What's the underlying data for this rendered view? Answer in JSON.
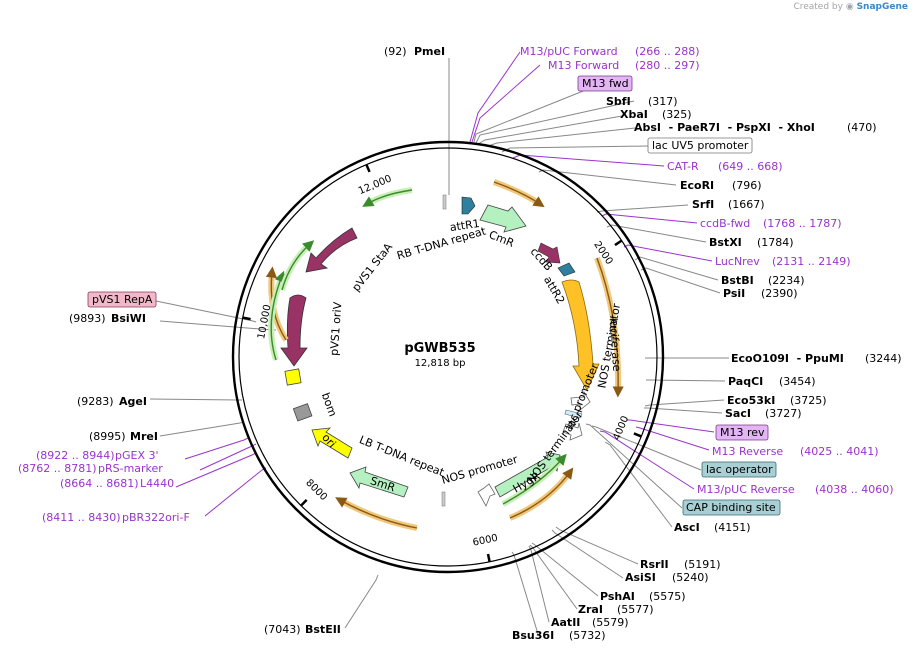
{
  "credit": {
    "prefix": "Created by",
    "brand": "SnapGene"
  },
  "map": {
    "name": "pGWB535",
    "length_label": "12,818 bp",
    "total_bp": 12818,
    "ticks": [
      {
        "bp": 2000,
        "label": "2000"
      },
      {
        "bp": 4000,
        "label": "4000"
      },
      {
        "bp": 6000,
        "label": "6000"
      },
      {
        "bp": 8000,
        "label": "8000"
      },
      {
        "bp": 10000,
        "label": "10,000"
      },
      {
        "bp": 12000,
        "label": "12,000"
      }
    ]
  },
  "sites_right": [
    {
      "name": "SbfI",
      "pos": "(317)"
    },
    {
      "name": "XbaI",
      "pos": "(325)"
    },
    {
      "name": "AbsI  - PaeR7I  - PspXI  - XhoI",
      "pos": "(470)"
    },
    {
      "name": "EcoRI",
      "pos": "(796)"
    },
    {
      "name": "SrfI",
      "pos": "(1667)"
    },
    {
      "name": "BstXI",
      "pos": "(1784)"
    },
    {
      "name": "BstBI",
      "pos": "(2234)"
    },
    {
      "name": "PsiI",
      "pos": "(2390)"
    },
    {
      "name": "EcoO109I  - PpuMI",
      "pos": "(3244)"
    },
    {
      "name": "PaqCI",
      "pos": "(3454)"
    },
    {
      "name": "Eco53kI",
      "pos": "(3725)"
    },
    {
      "name": "SacI",
      "pos": "(3727)"
    },
    {
      "name": "AscI",
      "pos": "(4151)"
    },
    {
      "name": "RsrII",
      "pos": "(5191)"
    },
    {
      "name": "AsiSI",
      "pos": "(5240)"
    },
    {
      "name": "PshAI",
      "pos": "(5575)"
    },
    {
      "name": "ZraI",
      "pos": "(5577)"
    },
    {
      "name": "AatII",
      "pos": "(5579)"
    },
    {
      "name": "Bsu36I",
      "pos": "(5732)"
    }
  ],
  "sites_left": [
    {
      "name": "PmeI",
      "pos": "(92)"
    },
    {
      "name": "BsiWI",
      "pos": "(9893)"
    },
    {
      "name": "AgeI",
      "pos": "(9283)"
    },
    {
      "name": "MreI",
      "pos": "(8995)"
    },
    {
      "name": "BstEII",
      "pos": "(7043)"
    }
  ],
  "primers": [
    {
      "name": "M13/pUC Forward",
      "pos": "(266 .. 288)"
    },
    {
      "name": "M13 Forward",
      "pos": "(280 .. 297)"
    },
    {
      "name": "CAT-R",
      "pos": "(649 .. 668)"
    },
    {
      "name": "ccdB-fwd",
      "pos": "(1768 .. 1787)"
    },
    {
      "name": "LucNrev",
      "pos": "(2131 .. 2149)"
    },
    {
      "name": "M13 Reverse",
      "pos": "(4025 .. 4041)"
    },
    {
      "name": "M13/pUC Reverse",
      "pos": "(4038 .. 4060)"
    },
    {
      "name": "pGEX 3'",
      "pos": "(8922 .. 8944)"
    },
    {
      "name": "pRS-marker",
      "pos": "(8762 .. 8781)"
    },
    {
      "name": "L4440",
      "pos": "(8664 .. 8681)"
    },
    {
      "name": "pBR322ori-F",
      "pos": "(8411 .. 8430)"
    }
  ],
  "boxes": [
    {
      "name": "M13 fwd",
      "style": "primer"
    },
    {
      "name": "lac UV5 promoter",
      "style": "plain"
    },
    {
      "name": "pVS1 RepA",
      "style": "pink"
    },
    {
      "name": "M13 rev",
      "style": "primer"
    },
    {
      "name": "lac operator",
      "style": "teal"
    },
    {
      "name": "CAP binding site",
      "style": "teal"
    }
  ],
  "features": [
    {
      "name": "attR1"
    },
    {
      "name": "CmR"
    },
    {
      "name": "ccdB"
    },
    {
      "name": "attR2"
    },
    {
      "name": "luciferase"
    },
    {
      "name": "NOS terminator"
    },
    {
      "name": "lac promoter"
    },
    {
      "name": "NOS terminator"
    },
    {
      "name": "HygR"
    },
    {
      "name": "NOS promoter"
    },
    {
      "name": "LB T-DNA repeat"
    },
    {
      "name": "SmR"
    },
    {
      "name": "ori"
    },
    {
      "name": "bom"
    },
    {
      "name": "pVS1 oriV"
    },
    {
      "name": "pVS1 StaA"
    },
    {
      "name": "RB T-DNA repeat"
    }
  ],
  "colors": {
    "backbone": "#000000",
    "primer": "#9933cc",
    "cds_green": "#b5f0c0",
    "cds_maroon": "#993366",
    "luciferase": "#ffc125",
    "orf": "#e69b2e",
    "att": "#2f7f9f",
    "ori": "#ffff00",
    "bom": "#999999",
    "box_primer_fill": "#e3b5f5",
    "box_teal_fill": "#a7cfd4",
    "box_pink_fill": "#f0b8c8"
  }
}
